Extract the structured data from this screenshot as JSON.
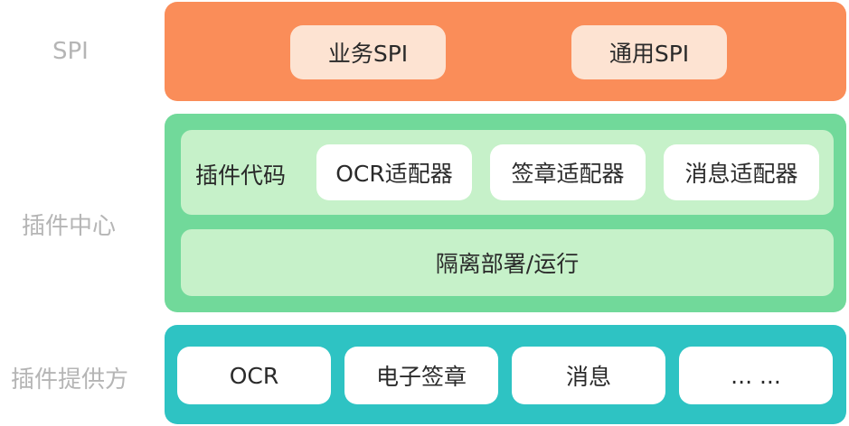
{
  "rows": {
    "spi_label": "SPI",
    "plugin_center_label": "插件中心",
    "provider_label": "插件提供方"
  },
  "spi_layer": {
    "items": [
      "业务SPI",
      "通用SPI"
    ]
  },
  "plugin_layer": {
    "code_label": "插件代码",
    "adapters": [
      "OCR适配器",
      "签章适配器",
      "消息适配器"
    ],
    "isolation_label": "隔离部署/运行"
  },
  "provider_layer": {
    "items": [
      "OCR",
      "电子签章",
      "消息",
      "... ..."
    ]
  },
  "colors": {
    "spi_layer": "#fa8d59",
    "spi_box": "#fde3d2",
    "plugin_layer": "#71d99a",
    "plugin_band": "#c6f1c9",
    "provider_layer": "#2ec3c3",
    "row_label": "#b5b5b5"
  }
}
